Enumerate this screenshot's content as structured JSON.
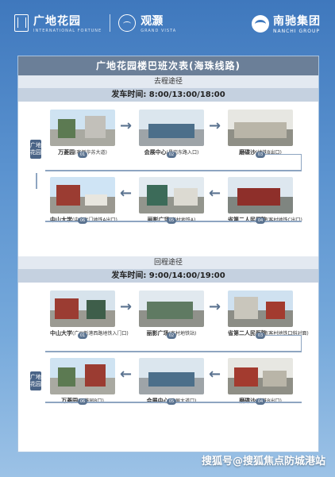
{
  "header": {
    "brand_cn": "广地花园",
    "brand_sub": "INTERNATIONAL FORTUNE",
    "brand2_cn": "观灏",
    "brand2_sub": "GRAND VISTA",
    "group_cn": "南驰集团",
    "group_en": "NANCHI GROUP"
  },
  "card": {
    "title": "广地花园楼巴班次表(海珠线路)",
    "outbound": {
      "label": "去程途径",
      "times": "发车时间: 8:00/13:00/18:00",
      "tag": "广地花园",
      "row1": [
        {
          "name": "万菱园",
          "note": "(客侧华苏大道)"
        },
        {
          "name": "会展中心",
          "note": "(昌岗东路入口)"
        },
        {
          "name": "磨碟沙",
          "note": "(地铁B出口)"
        }
      ],
      "row2": [
        {
          "name": "中山大学",
          "note": "(中大北门地铁A出口)"
        },
        {
          "name": "丽影广场",
          "note": "(客村地铁A)"
        },
        {
          "name": "省第二人民医院",
          "note": "(客村地铁C出口)"
        }
      ],
      "nums": [
        "01",
        "02",
        "03",
        "04",
        "05",
        "06"
      ]
    },
    "return": {
      "label": "回程途径",
      "times": "发车时间: 9:00/14:00/19:00",
      "tag": "广地花园",
      "row1": [
        {
          "name": "中山大学",
          "note": "(广州新港西路地铁入门口)"
        },
        {
          "name": "丽影广场",
          "note": "(客村地铁站)"
        },
        {
          "name": "省第二人民医院",
          "note": "(客村地铁口斜对面)"
        }
      ],
      "row2": [
        {
          "name": "万菱园",
          "note": "(万菱园B口)"
        },
        {
          "name": "会展中心",
          "note": "(华展大道口)"
        },
        {
          "name": "磨碟沙",
          "note": "(地铁B出口)"
        }
      ],
      "nums": [
        "01",
        "02",
        "03",
        "04",
        "05",
        "06"
      ]
    }
  },
  "watermark": "搜狐号@搜狐焦点防城港站"
}
